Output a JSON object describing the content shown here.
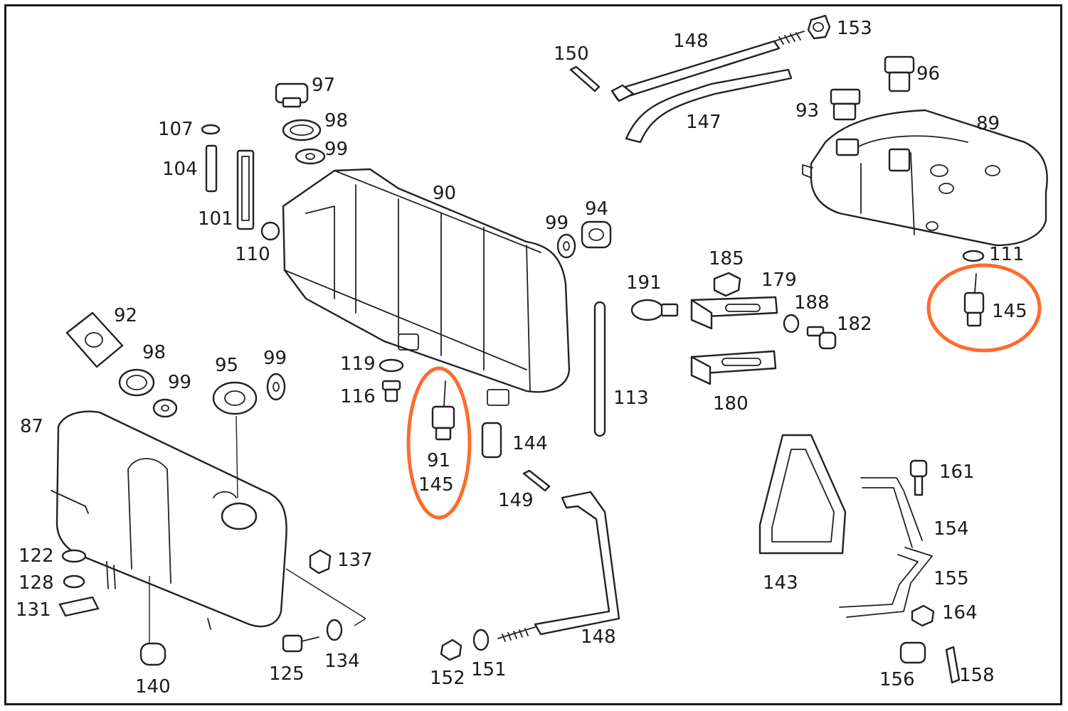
{
  "diagram": {
    "callouts": {
      "c153": "153",
      "c148_top": "148",
      "c150": "150",
      "c147": "147",
      "c96": "96",
      "c93": "93",
      "c89": "89",
      "c97": "97",
      "c98_top": "98",
      "c99_top": "99",
      "c107": "107",
      "c104": "104",
      "c101": "101",
      "c110": "110",
      "c90": "90",
      "c99_mid": "99",
      "c94": "94",
      "c111": "111",
      "c145_right": "145",
      "c185": "185",
      "c179": "179",
      "c191": "191",
      "c188": "188",
      "c182": "182",
      "c180": "180",
      "c113": "113",
      "c92": "92",
      "c98_left": "98",
      "c99_left": "99",
      "c95": "95",
      "c99_left2": "99",
      "c87": "87",
      "c119": "119",
      "c116": "116",
      "c91": "91",
      "c145_mid": "145",
      "c144": "144",
      "c149": "149",
      "c122": "122",
      "c128": "128",
      "c131": "131",
      "c137": "137",
      "c140": "140",
      "c125": "125",
      "c134": "134",
      "c152": "152",
      "c151": "151",
      "c148_bottom": "148",
      "c161": "161",
      "c154": "154",
      "c143": "143",
      "c155": "155",
      "c164": "164",
      "c156": "156",
      "c158": "158"
    },
    "highlight_color": "#ff6a2e"
  }
}
